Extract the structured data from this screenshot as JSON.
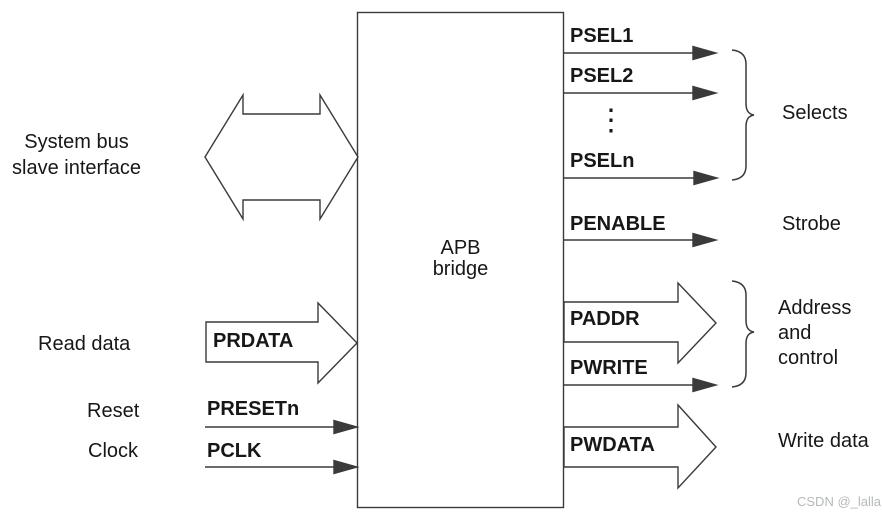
{
  "figure": {
    "bridge": {
      "line1": "APB",
      "line2": "bridge"
    },
    "left": {
      "system_bus": {
        "line1": "System bus",
        "line2": "slave interface"
      },
      "read_data": "Read data",
      "prdata": "PRDATA",
      "reset": "Reset",
      "presetn": "PRESETn",
      "clock": "Clock",
      "pclk": "PCLK"
    },
    "right": {
      "psel1": "PSEL1",
      "psel2": "PSEL2",
      "ellipsis": "⋮",
      "pseln": "PSELn",
      "selects": "Selects",
      "penable": "PENABLE",
      "strobe": "Strobe",
      "paddr": "PADDR",
      "pwrite": "PWRITE",
      "address": {
        "line1": "Address",
        "line2": "and",
        "line3": "control"
      },
      "pwdata": "PWDATA",
      "write_data": "Write data"
    },
    "watermark": "CSDN @_lalla"
  },
  "colors": {
    "line": "#3a3a3a",
    "text": "#171717",
    "watermark": "#b5b8ba",
    "background": "#ffffff"
  }
}
